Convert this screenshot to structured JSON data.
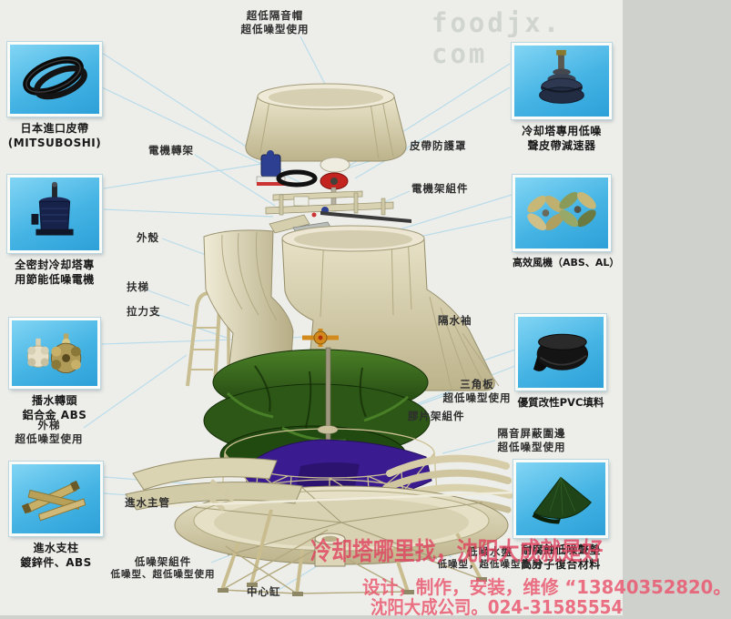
{
  "watermark": {
    "site": "foodjx. com",
    "ad1": "冷却塔哪里找，沈阳大成就是好",
    "ad2": "设计，制作，安装，维修 “13840352820。",
    "ad3": "沈阳大成公司。024-31585554"
  },
  "parts_left": [
    {
      "name": "belt",
      "caption1": "日本進口皮帶",
      "caption2": "(MITSUBOSHI)"
    },
    {
      "name": "motor",
      "caption1": "全密封冷却塔專",
      "caption2": "用節能低噪電機"
    },
    {
      "name": "sprinkler",
      "caption1": "播水轉頭",
      "caption2": "鋁合金 ABS"
    },
    {
      "name": "inlet-strut",
      "caption1": "進水支柱",
      "caption2": "鍍鋅件、ABS"
    }
  ],
  "parts_right": [
    {
      "name": "reducer",
      "caption1": "冷却塔專用低噪",
      "caption2": "聲皮帶減速器"
    },
    {
      "name": "fan",
      "caption1": "高效風機（ABS、AL）",
      "caption2": ""
    },
    {
      "name": "pvc-fill",
      "caption1": "優質改性PVC填料",
      "caption2": ""
    },
    {
      "name": "pad",
      "caption1": "耐腐蝕低噪聲墊",
      "caption2": "高分子復合材料"
    }
  ],
  "labels": {
    "top_cap": {
      "line1": "超低隔音帽",
      "line2": "超低噪型使用"
    },
    "motor_frame": {
      "line1": "電機轉架"
    },
    "belt_guard": {
      "line1": "皮帶防護罩"
    },
    "motor_rack": {
      "line1": "電機架組件"
    },
    "shell": {
      "line1": "外殼"
    },
    "ladder": {
      "line1": "扶梯"
    },
    "tension_support": {
      "line1": "拉力支"
    },
    "outer_ladder": {
      "line1": "外梯",
      "line2": "超低噪型使用"
    },
    "water_sleeve": {
      "line1": "隔水袖"
    },
    "triangle_plate": {
      "line1": "三角板",
      "line2": "超低噪型使用"
    },
    "film_rack": {
      "line1": "膠片架組件"
    },
    "sound_shield": {
      "line1": "隔音屏蔽圍邊",
      "line2": "超低噪型使用"
    },
    "inlet_main": {
      "line1": "進水主管"
    },
    "low_noise_rack": {
      "line1": "低噪架組件",
      "line2": "低噪型、超低噪型使用"
    },
    "center_cylinder": {
      "line1": "中心缸"
    },
    "low_noise_basin": {
      "line1": "低噪水盤",
      "line2": "低噪型，超低噪型使用"
    }
  },
  "colors": {
    "background": "#edeee9",
    "photo_blue": "#3fb2e4",
    "tower_beige": "#d6cfad",
    "fill_green": "#2e5a1d",
    "fan_purple": "#3a1c90",
    "leader_blue": "#b7dbeb",
    "watermark_gray": "#d1d5cf",
    "watermark_pink": "#e75d6f"
  }
}
